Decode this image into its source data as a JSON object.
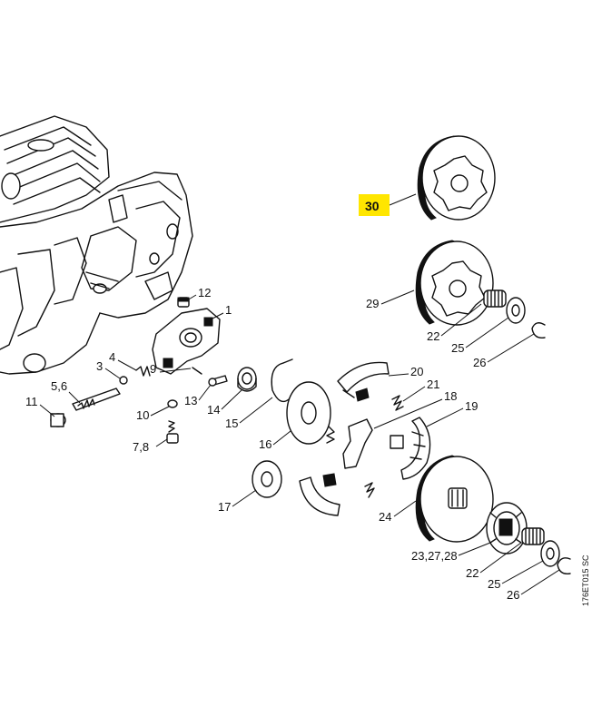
{
  "highlight_color": "#ffe600",
  "drawing_code": "176ET015 SC",
  "labels": {
    "p30": "30",
    "p29": "29",
    "p22a": "22",
    "p25a": "25",
    "p26a": "26",
    "p12": "12",
    "p1": "1",
    "p4": "4",
    "p3": "3",
    "p56": "5,6",
    "p11": "11",
    "p9": "9",
    "p13": "13",
    "p10": "10",
    "p78": "7,8",
    "p14": "14",
    "p15": "15",
    "p16": "16",
    "p20": "20",
    "p21": "21",
    "p18": "18",
    "p19": "19",
    "p17": "17",
    "p24": "24",
    "p232728": "23,27,28",
    "p22b": "22",
    "p25b": "25",
    "p26b": "26"
  }
}
